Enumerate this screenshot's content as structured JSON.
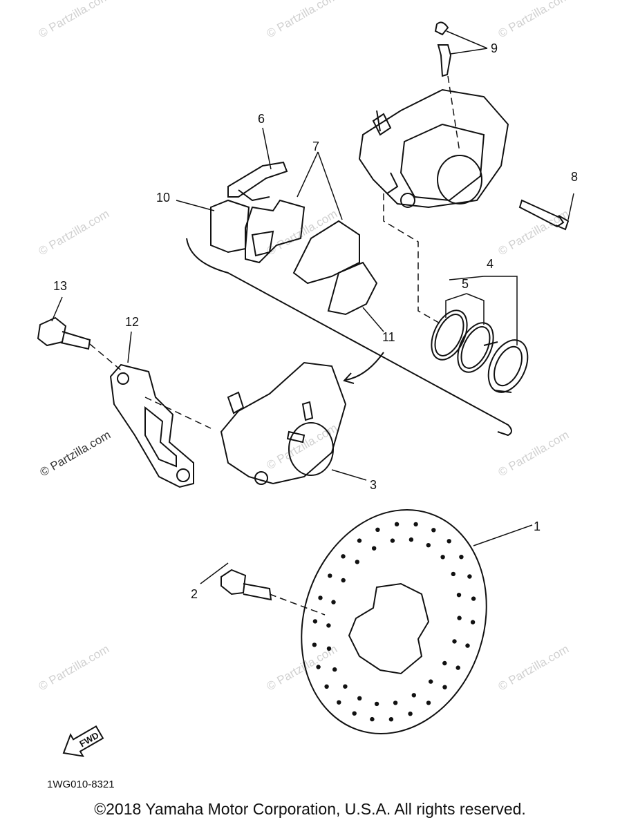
{
  "watermark": "© Partzilla.com",
  "diagram_code": "1WG010-8321",
  "fwd_label": "FWD",
  "copyright": "©2018 Yamaha Motor Corporation, U.S.A. All rights reserved.",
  "callouts": [
    "1",
    "2",
    "3",
    "4",
    "5",
    "6",
    "7",
    "8",
    "9",
    "10",
    "11",
    "12",
    "13"
  ]
}
